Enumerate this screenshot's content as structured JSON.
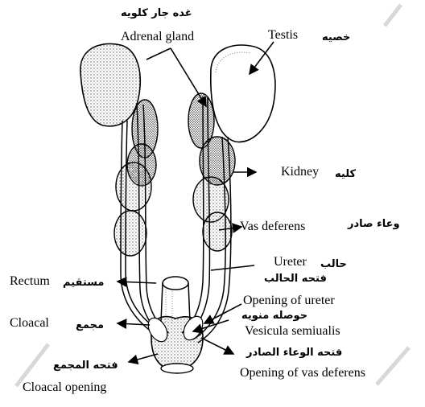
{
  "labels": {
    "adrenal_ar": "غده جار كلويه",
    "adrenal_en": "Adrenal gland",
    "testis_en": "Testis",
    "testis_ar": "خصيه",
    "kidney_en": "Kidney",
    "kidney_ar": "كليه",
    "vas_en": "Vas deferens",
    "vas_ar": "وعاء صادر",
    "ureter_en": "Ureter",
    "ureter_ar": "حالب",
    "ureter_opening_ar": "فتحه الحالب",
    "rectum_en": "Rectum",
    "rectum_ar": "مستقيم",
    "ureter_opening_en": "Opening of ureter",
    "vesicula_ar": "حوصله منويه",
    "vesicula_en": "Vesicula semiualis",
    "cloacal_en": "Cloacal",
    "cloacal_ar": "مجمع",
    "vas_opening_ar": "فتحه الوعاء الصادر",
    "vas_opening_en": "Opening of vas deferens",
    "cloacal_opening_ar": "فتحه المجمع",
    "cloacal_opening_en": "Cloacal opening"
  },
  "colors": {
    "ink": "#000000",
    "stipple": "#555555",
    "background": "#ffffff"
  }
}
